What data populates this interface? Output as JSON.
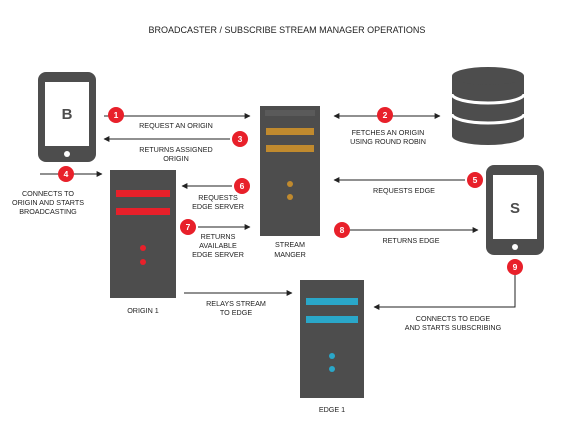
{
  "diagram": {
    "title": "BROADCASTER / SUBSCRIBE STREAM MANAGER OPERATIONS",
    "nodes": {
      "broadcaster": {
        "letter": "B"
      },
      "subscriber": {
        "letter": "S"
      },
      "origin": {
        "label": "ORIGIN 1"
      },
      "stream_manager": {
        "label_line1": "STREAM",
        "label_line2": "MANGER"
      },
      "edge": {
        "label": "EDGE 1"
      }
    },
    "steps": [
      {
        "num": "1",
        "lines": [
          "REQUEST AN ORIGIN"
        ]
      },
      {
        "num": "2",
        "lines": [
          "FETCHES AN ORIGIN",
          "USING ROUND ROBIN"
        ]
      },
      {
        "num": "3",
        "lines": [
          "RETURNS ASSIGNED",
          "ORIGIN"
        ]
      },
      {
        "num": "4",
        "lines": [
          "CONNECTS TO",
          "ORIGIN AND STARTS",
          "BROADCASTING"
        ]
      },
      {
        "num": "5",
        "lines": [
          "REQUESTS EDGE"
        ]
      },
      {
        "num": "6",
        "lines": [
          "REQUESTS",
          "EDGE SERVER"
        ]
      },
      {
        "num": "7",
        "lines": [
          "RETURNS",
          "AVAILABLE",
          "EDGE SERVER"
        ]
      },
      {
        "num": "8",
        "lines": [
          "RETURNS EDGE"
        ]
      },
      {
        "num": "9",
        "lines": [
          "CONNECTS TO EDGE",
          "AND STARTS SUBSCRIBING"
        ]
      }
    ],
    "relay": {
      "lines": [
        "RELAYS STREAM",
        "TO EDGE"
      ]
    },
    "colors": {
      "badge": "#e8202a",
      "device": "#4d4d4d",
      "server": "#4d4d4d",
      "origin_accent": "#e8202a",
      "manager_accent": "#c08a2e",
      "edge_accent": "#2aa7c9",
      "arrow": "#222222"
    }
  }
}
